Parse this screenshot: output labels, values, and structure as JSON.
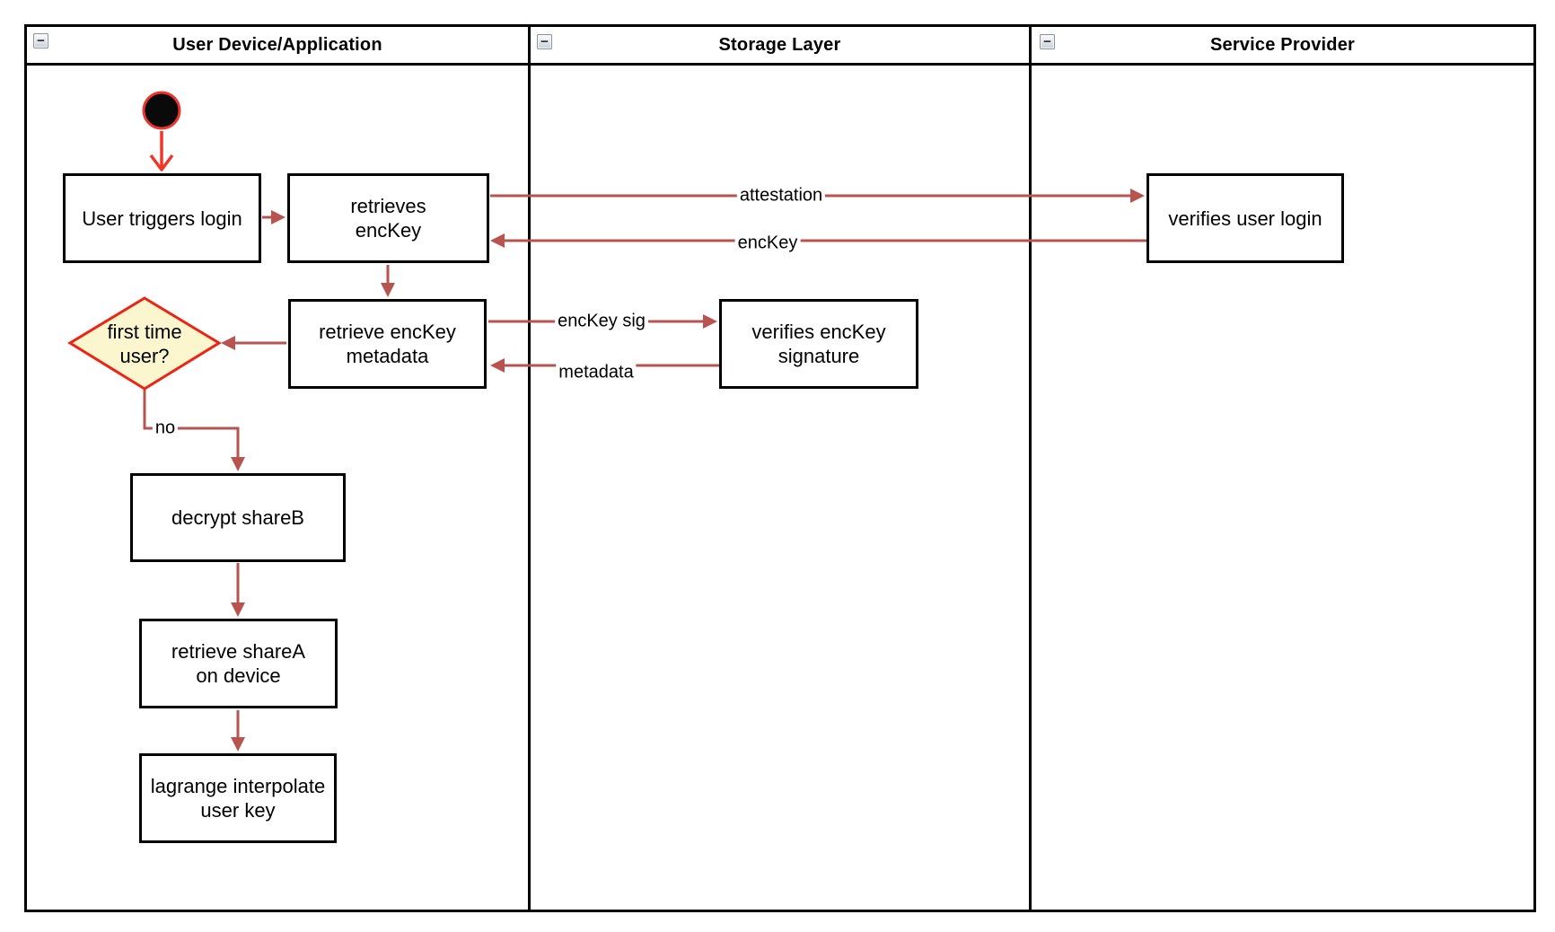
{
  "lanes": [
    {
      "title": "User Device/Application"
    },
    {
      "title": "Storage Layer"
    },
    {
      "title": "Service Provider"
    }
  ],
  "collapse_glyph": "−",
  "nodes": {
    "user_triggers_login": "User triggers login",
    "retrieves_enckey": "retrieves\nencKey",
    "retrieve_enckey_metadata": "retrieve encKey\nmetadata",
    "first_time_user": "first time\nuser?",
    "decrypt_shareb": "decrypt shareB",
    "retrieve_sharea_on_device": "retrieve shareA\non device",
    "lagrange_interpolate_user_key": "lagrange interpolate\nuser key",
    "verifies_enckey_signature": "verifies encKey\nsignature",
    "verifies_user_login": "verifies user login"
  },
  "edge_labels": {
    "attestation": "attestation",
    "enckey": "encKey",
    "enckey_sig": "encKey sig",
    "metadata": "metadata",
    "no": "no"
  },
  "colors": {
    "arrow_red": "#b85450",
    "accent_red": "#f0352a",
    "diamond_fill": "#fbf6ce",
    "diamond_stroke": "#ed2314",
    "start_fill": "#0a0a0a"
  }
}
